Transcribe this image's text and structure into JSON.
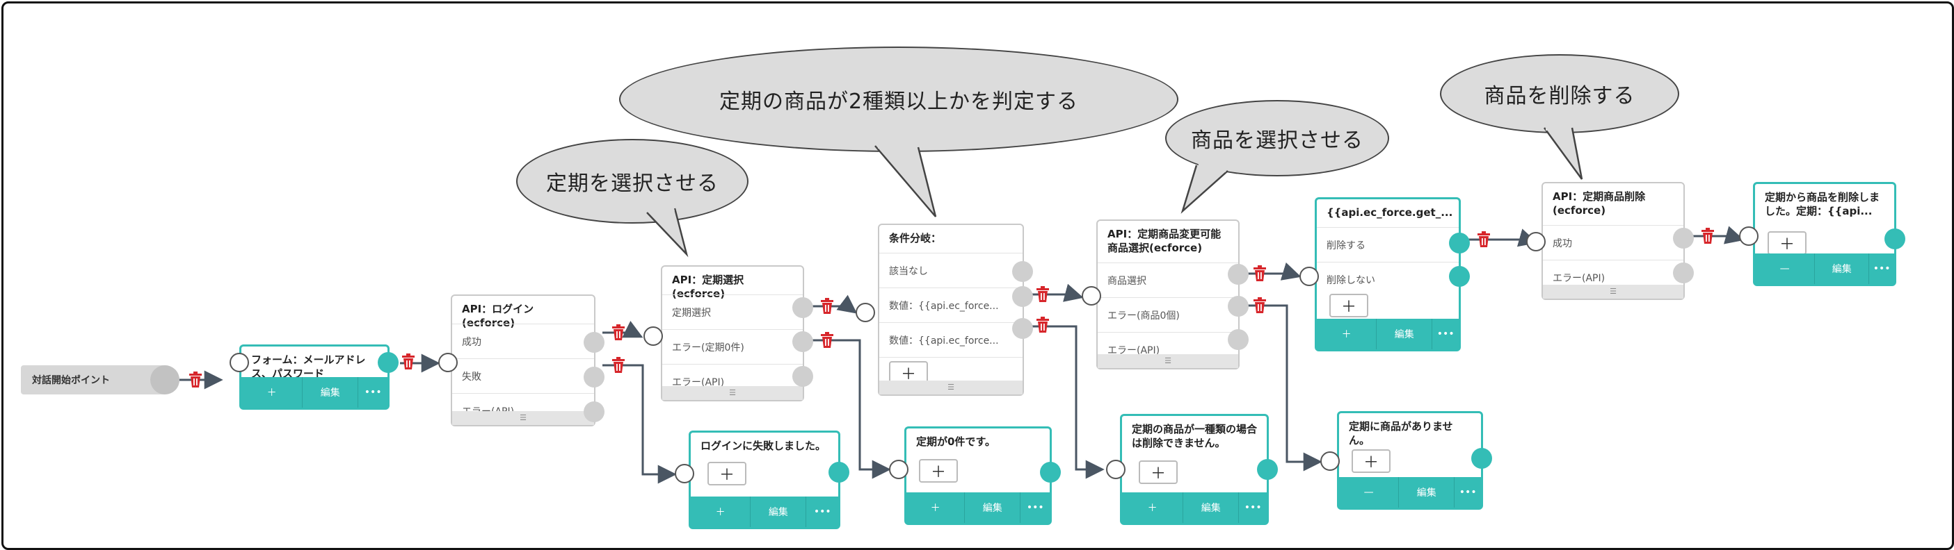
{
  "bubbles": {
    "judge_two_or_more": "定期の商品が2種類以上かを判定する",
    "select_subscription": "定期を選択させる",
    "select_product": "商品を選択させる",
    "delete_product": "商品を削除する"
  },
  "start_point": {
    "label": "対話開始ポイント"
  },
  "form_node": {
    "title": "フォーム：メールアドレス、パスワード",
    "footer": [
      "＋",
      "編集",
      "•••"
    ]
  },
  "login_node": {
    "title": "API：ログイン(ecforce)",
    "rows": [
      "成功",
      "失敗",
      "エラー(API)"
    ],
    "footer": "☰"
  },
  "login_failed_node": {
    "title": "ログインに失敗しました。",
    "add": "＋",
    "footer": [
      "＋",
      "編集",
      "•••"
    ]
  },
  "subscription_select_node": {
    "title": "API：定期選択(ecforce)",
    "rows": [
      "定期選択",
      "エラー(定期0件)",
      "エラー(API)"
    ],
    "footer": "☰"
  },
  "zero_subscription_node": {
    "title": "定期が0件です。",
    "add": "＋",
    "footer": [
      "＋",
      "編集",
      "•••"
    ]
  },
  "condition_node": {
    "title": "条件分岐：",
    "rows": [
      "該当なし",
      "数値：{{api.ec_force...",
      "数値：{{api.ec_force..."
    ],
    "add": "＋",
    "footer": "☰"
  },
  "single_product_node": {
    "title": "定期の商品が一種類の場合は削除できません。",
    "add": "＋",
    "footer": [
      "＋",
      "編集",
      "•••"
    ]
  },
  "product_select_node": {
    "title": "API：定期商品変更可能商品選択(ecforce)",
    "rows": [
      "商品選択",
      "エラー(商品0個)",
      "エラー(API)"
    ],
    "footer": "☰"
  },
  "no_product_node": {
    "title": "定期に商品がありません。",
    "add": "＋",
    "footer": [
      "—",
      "編集",
      "•••"
    ]
  },
  "confirm_node": {
    "title": "{{api.ec_force.get_...",
    "rows": [
      "削除する",
      "削除しない"
    ],
    "add": "＋",
    "footer": [
      "＋",
      "編集",
      "•••"
    ]
  },
  "delete_api_node": {
    "title": "API：定期商品削除(ecforce)",
    "rows": [
      "成功",
      "エラー(API)"
    ],
    "footer": "☰"
  },
  "deleted_node": {
    "title": "定期から商品を削除しました。定期：{{api...",
    "add": "＋",
    "footer": [
      "—",
      "編集",
      "•••"
    ]
  },
  "colors": {
    "teal": "#34bdb6",
    "trash_red": "#d7262b",
    "bubble_fill": "#dcdcdc",
    "edge": "#4a5663"
  }
}
